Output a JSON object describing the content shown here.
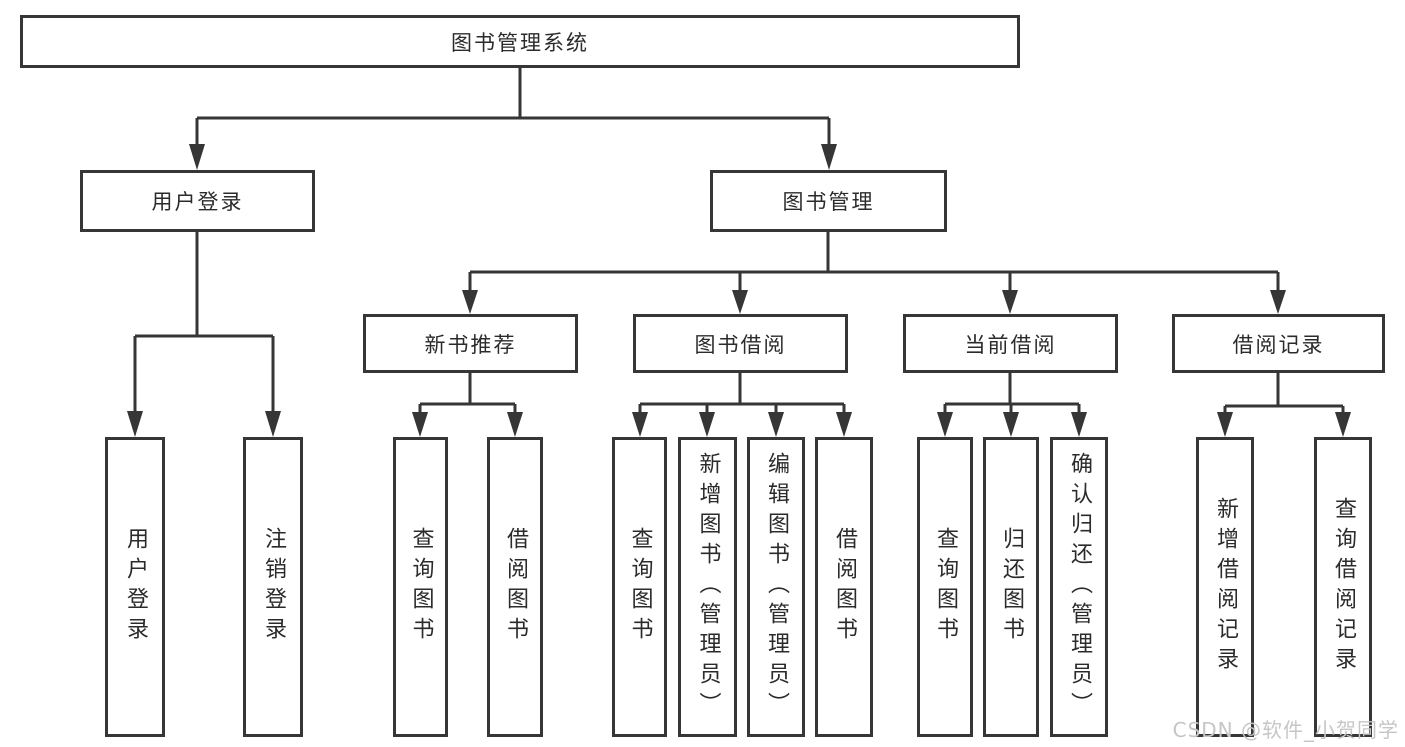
{
  "tree": {
    "root": "图书管理系统",
    "level2": [
      "用户登录",
      "图书管理"
    ],
    "level3": [
      "新书推荐",
      "图书借阅",
      "当前借阅",
      "借阅记录"
    ],
    "leaves": {
      "login": [
        "用户登录",
        "注销登录"
      ],
      "recommend": [
        "查询图书",
        "借阅图书"
      ],
      "borrow": [
        "查询图书",
        "新增图书（管理员）",
        "编辑图书（管理员）",
        "借阅图书"
      ],
      "current": [
        "查询图书",
        "归还图书",
        "确认归还（管理员）"
      ],
      "records": [
        "新增借阅记录",
        "查询借阅记录"
      ]
    }
  },
  "watermark": "CSDN @软件_小贺同学",
  "colors": {
    "line": "#363636",
    "text": "#2b2b2b",
    "background": "#ffffff",
    "watermark": "#c6c6c6"
  }
}
